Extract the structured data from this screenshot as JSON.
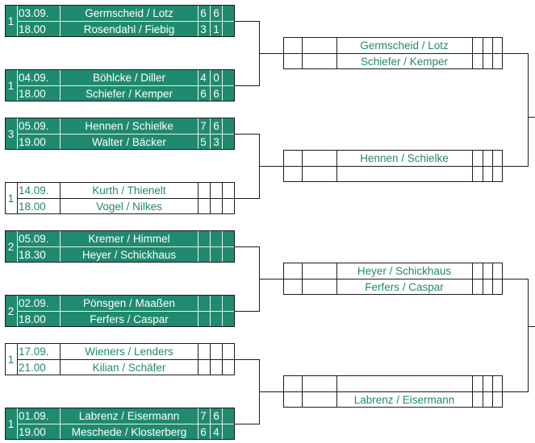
{
  "round1": [
    {
      "seed": "1",
      "date": "03.09.",
      "time": "18.00",
      "p1": "Germscheid / Lotz",
      "p2": "Rosendahl / Fiebig",
      "s1": [
        "6",
        "6"
      ],
      "s2": [
        "3",
        "1"
      ],
      "filled": true
    },
    {
      "seed": "1",
      "date": "04.09.",
      "time": "18.00",
      "p1": "Böhlcke / Diller",
      "p2": "Schiefer  / Kemper",
      "s1": [
        "4",
        "0"
      ],
      "s2": [
        "6",
        "6"
      ],
      "filled": true
    },
    {
      "seed": "3",
      "date": "05.09.",
      "time": "19.00",
      "p1": "Hennen / Schielke",
      "p2": "Walter / Bäcker",
      "s1": [
        "7",
        "6"
      ],
      "s2": [
        "5",
        "3"
      ],
      "filled": true
    },
    {
      "seed": "1",
      "date": "14.09.",
      "time": "18.00",
      "p1": "Kurth / Thienelt",
      "p2": "Vogel / Nilkes",
      "s1": [
        "",
        ""
      ],
      "s2": [
        "",
        ""
      ],
      "filled": false
    },
    {
      "seed": "2",
      "date": "05.09.",
      "time": "18.30",
      "p1": "Kremer / Himmel",
      "p2": "Heyer / Schickhaus",
      "s1": [
        "",
        ""
      ],
      "s2": [
        "",
        ""
      ],
      "filled": true
    },
    {
      "seed": "2",
      "date": "02.09.",
      "time": "18.00",
      "p1": "Pönsgen / Maaßen",
      "p2": "Ferfers / Caspar",
      "s1": [
        "",
        ""
      ],
      "s2": [
        "",
        ""
      ],
      "filled": true
    },
    {
      "seed": "1",
      "date": "17.09.",
      "time": "21.00",
      "p1": "Wieners / Lenders",
      "p2": "Kilian / Schäfer",
      "s1": [
        "",
        ""
      ],
      "s2": [
        "",
        ""
      ],
      "filled": false
    },
    {
      "seed": "1",
      "date": "01.09.",
      "time": "19.00",
      "p1": "Labrenz / Eisermann",
      "p2": "Meschede / Klosterberg",
      "s1": [
        "7",
        "6"
      ],
      "s2": [
        "6",
        "4"
      ],
      "filled": true
    }
  ],
  "round2": [
    {
      "p1": "Germscheid / Lotz",
      "p2": "Schiefer / Kemper"
    },
    {
      "p1": "Hennen / Schielke",
      "p2": ""
    },
    {
      "p1": "Heyer / Schickhaus",
      "p2": "Ferfers / Caspar"
    },
    {
      "p1": "",
      "p2": "Labrenz / Eisermann"
    }
  ]
}
